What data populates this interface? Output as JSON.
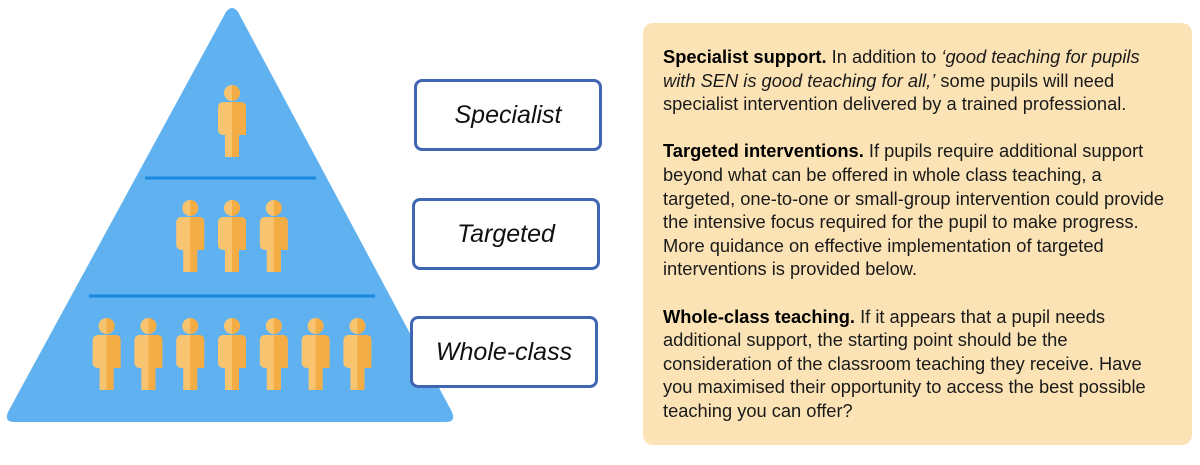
{
  "pyramid": {
    "levels": [
      {
        "label": "Specialist",
        "people": 1
      },
      {
        "label": "Targeted",
        "people": 3
      },
      {
        "label": "Whole-class",
        "people": 7
      }
    ],
    "colors": {
      "pyramid": "#5fb1f0",
      "divider": "#1c89e0",
      "person_light": "#f8c470",
      "person_dark": "#f4ac45"
    }
  },
  "panel": {
    "specialist": {
      "heading": "Specialist support.",
      "text_before": " In addition to ",
      "quote": "‘good teaching for pupils with SEN is good teaching for all,’",
      "text_after": " some pupils will need specialist intervention delivered by a trained professional."
    },
    "targeted": {
      "heading": "Targeted interventions.",
      "text": " If pupils require additional support beyond what can be offered in whole class teaching, a targeted, one-to-one or small-group intervention could provide the intensive focus required for the pupil to make progress. More quidance on effective implementation of targeted interventions is provided below."
    },
    "whole_class": {
      "heading": "Whole-class teaching.",
      "text": " If it appears that a pupil needs additional support, the starting point should be the consideration of the classroom teaching they receive. Have you maximised their opportunity to access the best possible teaching you can offer?"
    }
  }
}
